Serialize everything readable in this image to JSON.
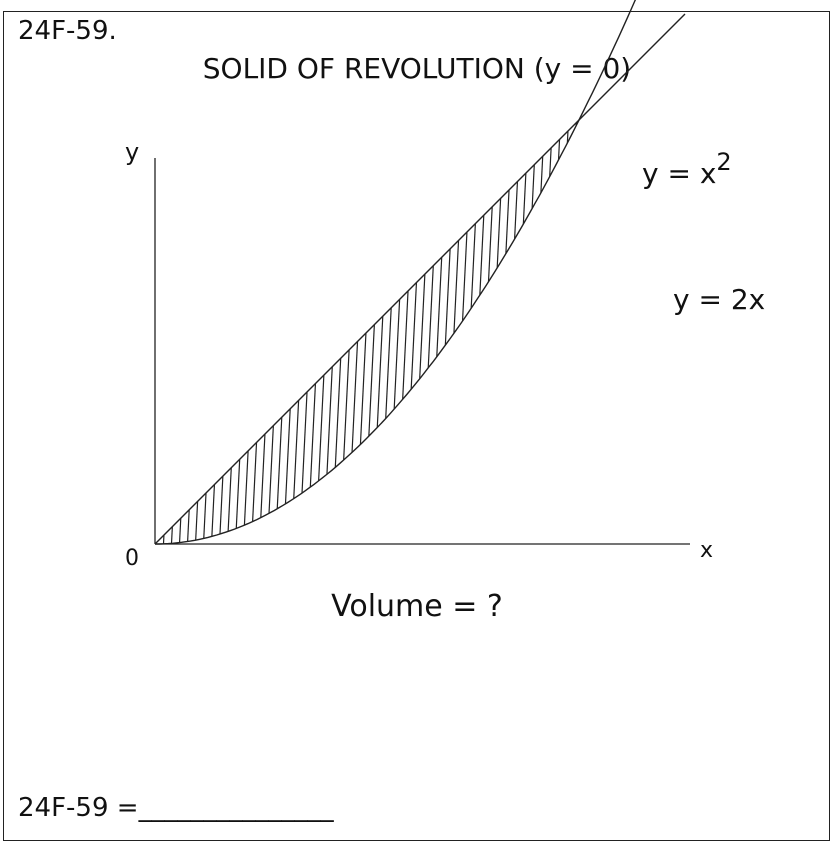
{
  "problem": {
    "number": "24F-59.",
    "title": "SOLID OF REVOLUTION (y = 0)",
    "question": "Volume = ?",
    "answer_label": "24F-59 =",
    "answer_blank": "_______________"
  },
  "diagram": {
    "y_axis_label": "y",
    "x_axis_label": "x",
    "origin_label": "0",
    "curve_parabola": {
      "base": "y = x",
      "exponent": "2"
    },
    "curve_line": "y = 2x",
    "shaded_region": "between y = 2x and y = x^2"
  }
}
